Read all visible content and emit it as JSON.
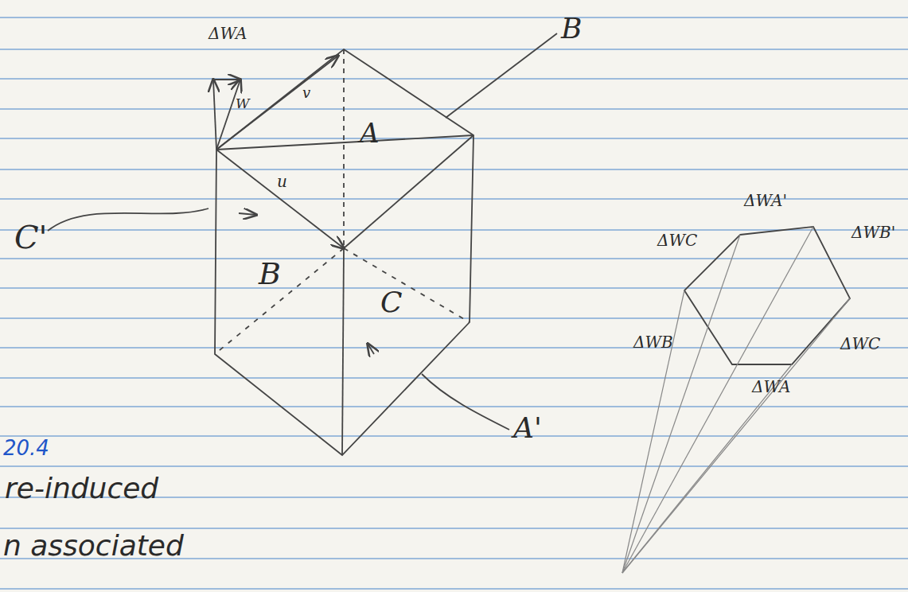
{
  "diagram": {
    "labels": [
      "ΔWA",
      "W",
      "v",
      "u",
      "A",
      "B",
      "C'",
      "B",
      "C",
      "A'",
      "ΔWA'",
      "ΔWC",
      "ΔWB'",
      "ΔWB",
      "ΔWC",
      "ΔWA",
      "20.4",
      "re-induced",
      "n associated"
    ]
  }
}
